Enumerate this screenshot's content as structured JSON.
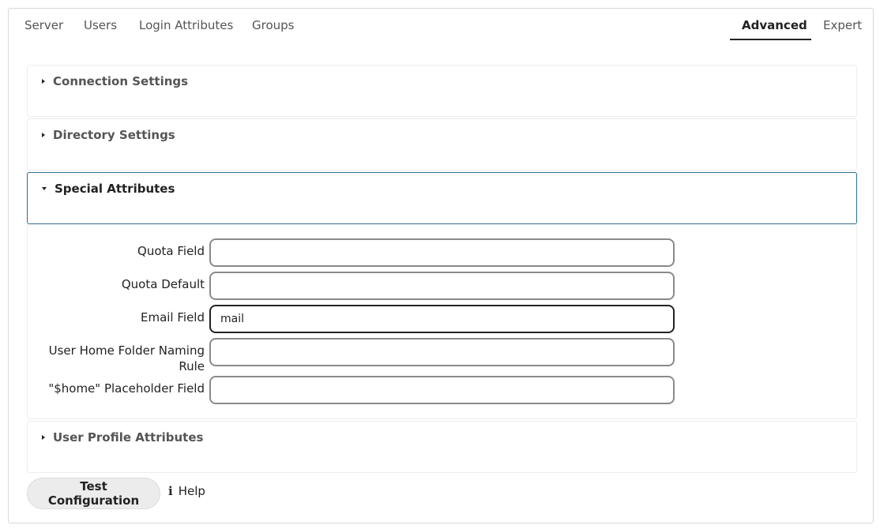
{
  "tabs": {
    "server": "Server",
    "users": "Users",
    "login_attributes": "Login Attributes",
    "groups": "Groups",
    "advanced": "Advanced",
    "expert": "Expert",
    "active": "Advanced"
  },
  "sections": {
    "connection": {
      "title": "Connection Settings",
      "expanded": false
    },
    "directory": {
      "title": "Directory Settings",
      "expanded": false
    },
    "special": {
      "title": "Special Attributes",
      "expanded": true
    },
    "profile": {
      "title": "User Profile Attributes",
      "expanded": false
    }
  },
  "fields": {
    "quota_field": {
      "label": "Quota Field",
      "value": ""
    },
    "quota_default": {
      "label": "Quota Default",
      "value": ""
    },
    "email_field": {
      "label": "Email Field",
      "value": "mail"
    },
    "home_naming_rule": {
      "label": "User Home Folder Naming Rule",
      "value": ""
    },
    "home_placeholder": {
      "label": "\"$home\" Placeholder Field",
      "value": ""
    }
  },
  "footer": {
    "test_button": "Test Configuration",
    "help_icon": "i",
    "help_label": "Help"
  },
  "icons": {
    "collapsed": "caret-right-icon",
    "expanded": "caret-down-icon",
    "help": "info-icon"
  },
  "colors": {
    "active_section_border": "#2a6f8a",
    "tab_underline": "#222222"
  }
}
